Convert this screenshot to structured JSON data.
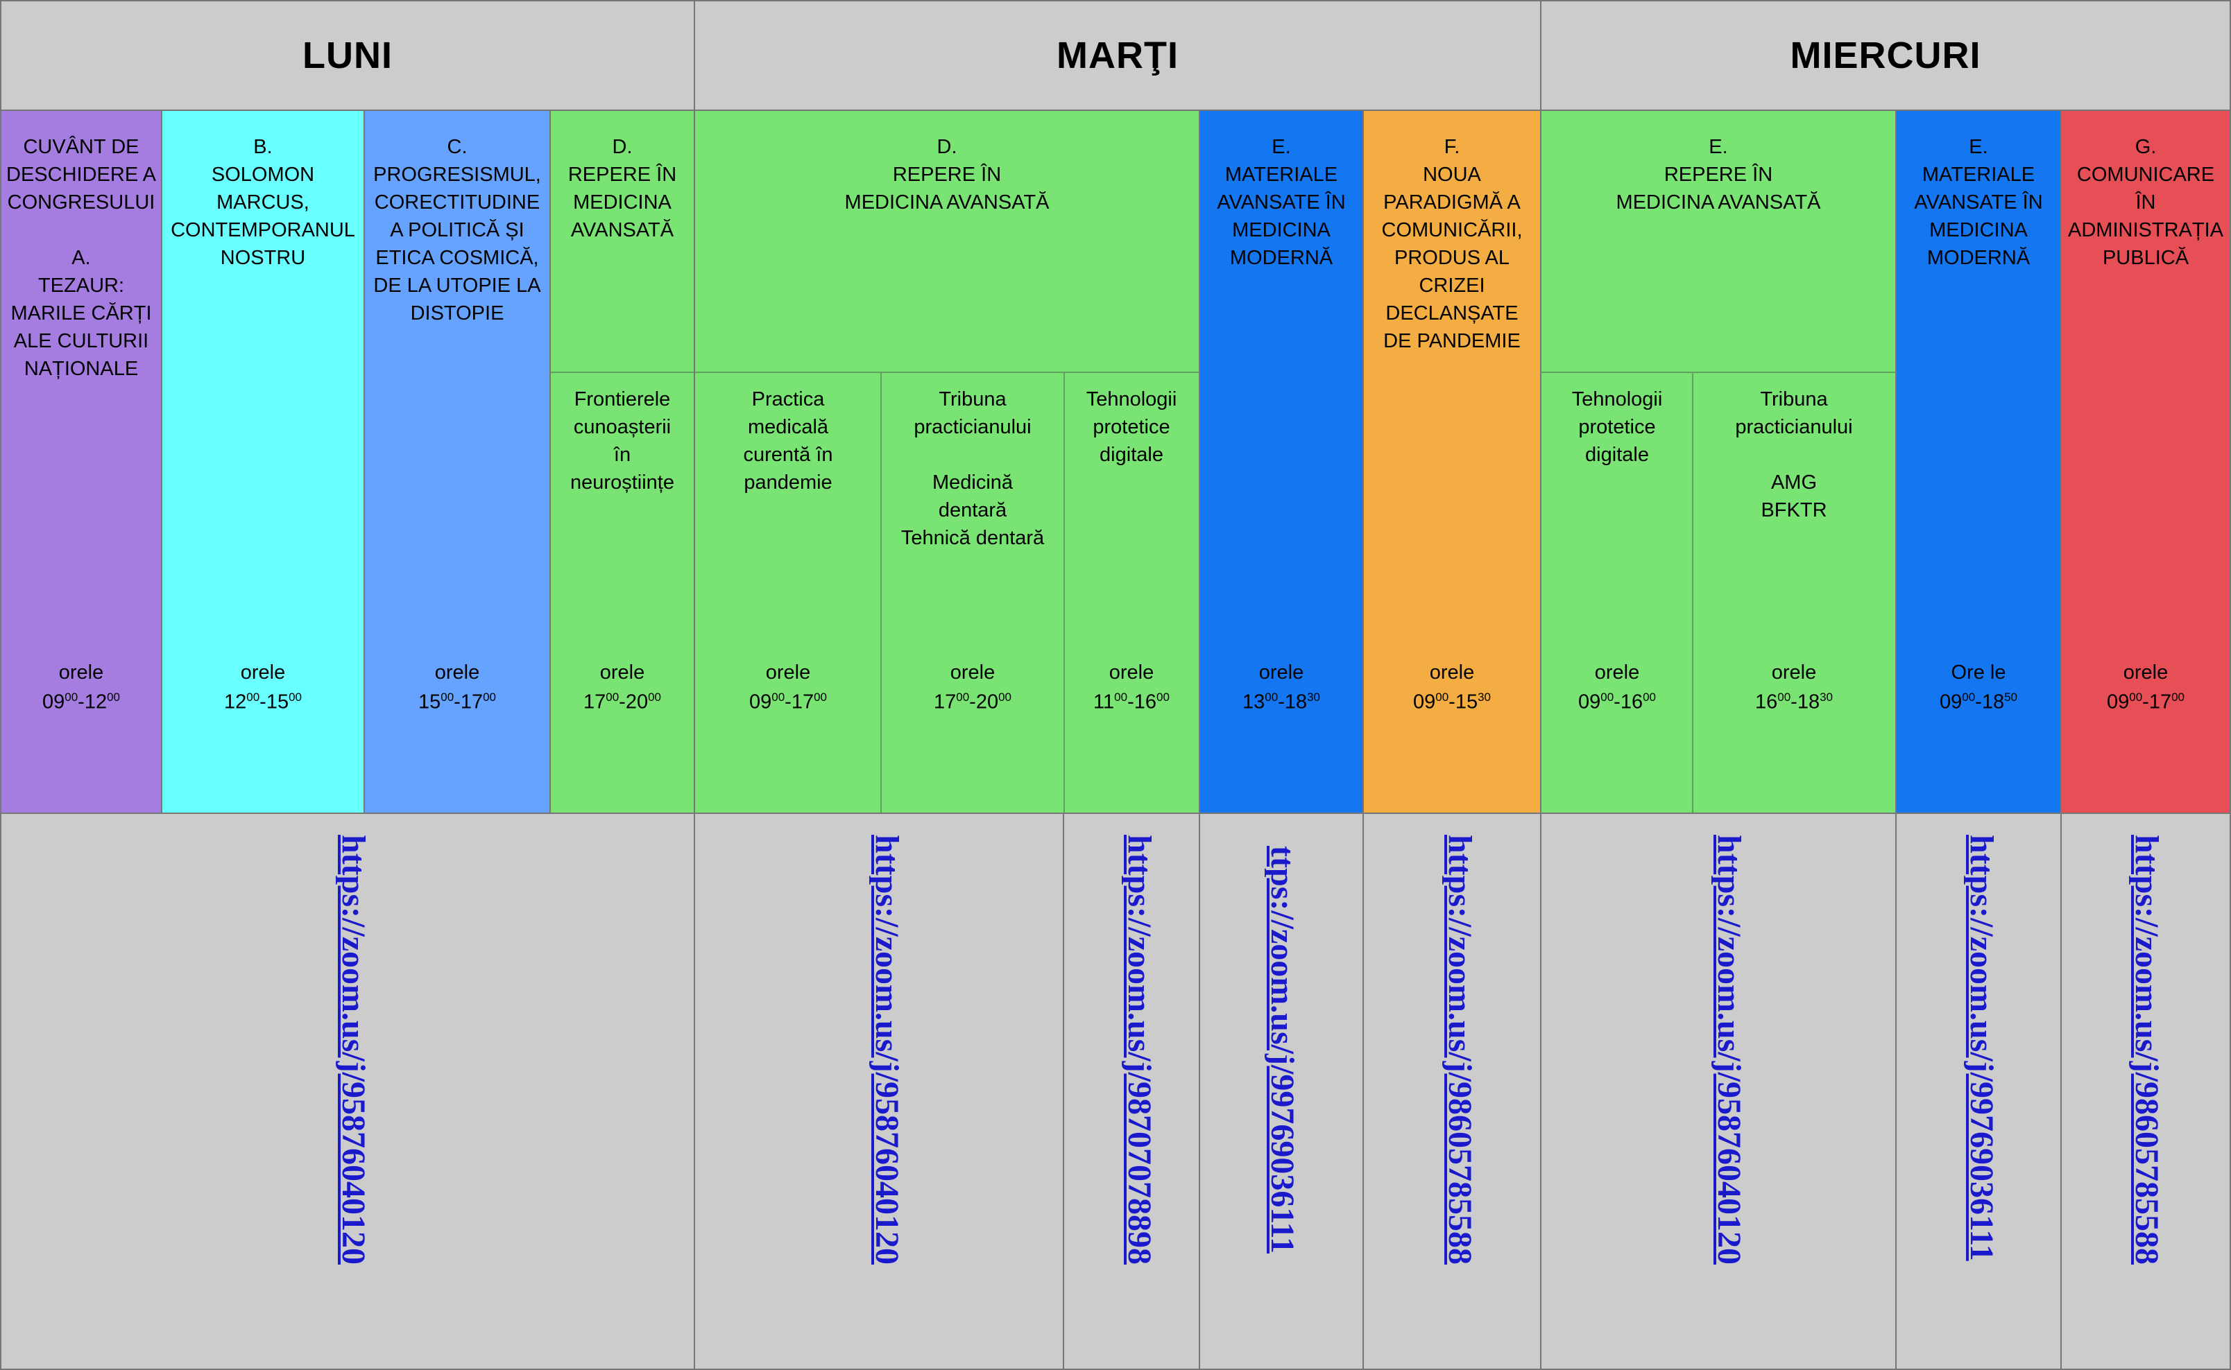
{
  "days": [
    {
      "name": "LUNI"
    },
    {
      "name": "MARŢI"
    },
    {
      "name": "MIERCURI"
    }
  ],
  "colors": {
    "purple": "#a57de0",
    "cyan": "#6affff",
    "lightblue": "#66a3ff",
    "green": "#79e373",
    "blue": "#1476f0",
    "orange": "#f4ad42",
    "red": "#e64f55",
    "grey": "#cccccc"
  },
  "columns": [
    {
      "title": "CUVÂNT DE\nDESCHIDERE A\nCONGRESULUI",
      "sub": "A.\nTEZAUR:\nMARILE CĂRȚI\nALE CULTURII\nNAȚIONALE",
      "time_label": "orele",
      "start": "09",
      "start_min": "00",
      "end": "12",
      "end_min": "00"
    },
    {
      "title": "B.\nSOLOMON\nMARCUS,\nCONTEMPORANUL\nNOSTRU",
      "time_label": "orele",
      "start": "12",
      "start_min": "00",
      "end": "15",
      "end_min": "00"
    },
    {
      "title": "C.\nPROGRESISMUL,\nCORECTITUDINE\nA POLITICĂ ȘI\nETICA COSMICĂ,\nDE LA UTOPIE LA\nDISTOPIE",
      "time_label": "orele",
      "start": "15",
      "start_min": "00",
      "end": "17",
      "end_min": "00"
    },
    {
      "title": "D.\nREPERE ÎN\nMEDICINA\nAVANSATĂ",
      "session": "Frontierele\ncunoașterii\nîn\nneuroștiințe",
      "time_label": "orele",
      "start": "17",
      "start_min": "00",
      "end": "20",
      "end_min": "00"
    },
    {
      "title": "D.\nREPERE ÎN\nMEDICINA AVANSATĂ",
      "sessions": [
        {
          "label": "Practica\nmedicală\ncurentă în\npandemie",
          "time_label": "orele",
          "start": "09",
          "start_min": "00",
          "end": "17",
          "end_min": "00"
        },
        {
          "label": "Tribuna\npracticianului\n\nMedicină\ndentară\nTehnică dentară",
          "time_label": "orele",
          "start": "17",
          "start_min": "00",
          "end": "20",
          "end_min": "00"
        },
        {
          "label": "Tehnologii\nprotetice\ndigitale",
          "time_label": "orele",
          "start": "11",
          "start_min": "00",
          "end": "16",
          "end_min": "00"
        }
      ]
    },
    {
      "title": "E.\nMATERIALE\nAVANSATE ÎN\nMEDICINA\nMODERNĂ",
      "time_label": "orele",
      "start": "13",
      "start_min": "00",
      "end": "18",
      "end_min": "30"
    },
    {
      "title": "F.\nNOUA\nPARADIGMĂ A\nCOMUNICĂRII,\nPRODUS AL\nCRIZEI\nDECLANȘATE\nDE PANDEMIE",
      "time_label": "orele",
      "start": "09",
      "start_min": "00",
      "end": "15",
      "end_min": "30"
    },
    {
      "title": "E.\nREPERE ÎN\nMEDICINA AVANSATĂ",
      "sessions": [
        {
          "label": "Tehnologii\nprotetice\ndigitale",
          "time_label": "orele",
          "start": "09",
          "start_min": "00",
          "end": "16",
          "end_min": "00"
        },
        {
          "label": "Tribuna\npracticianului\n\nAMG\nBFKTR",
          "time_label": "orele",
          "start": "16",
          "start_min": "00",
          "end": "18",
          "end_min": "30"
        }
      ]
    },
    {
      "title": "E.\nMATERIALE\nAVANSATE ÎN\nMEDICINA\nMODERNĂ",
      "time_label": "Ore le",
      "start": "09",
      "start_min": "00",
      "end": "18",
      "end_min": "50"
    },
    {
      "title": "G.\nCOMUNICARE\nÎN\nADMINISTRAȚIA\nPUBLICĂ",
      "time_label": "orele",
      "start": "09",
      "start_min": "00",
      "end": "17",
      "end_min": "00"
    }
  ],
  "links": [
    "https://zoom.us/j/95876040120",
    "https://zoom.us/j/95876040120",
    "https://zoom.us/j/98707078898",
    "ttps://zoom.us/j/99769036111",
    "https://zoom.us/j/98605785588",
    "https://zoom.us/j/95876040120",
    "https://zoom.us/j/99769036111",
    "https://zoom.us/j/98605785588"
  ]
}
